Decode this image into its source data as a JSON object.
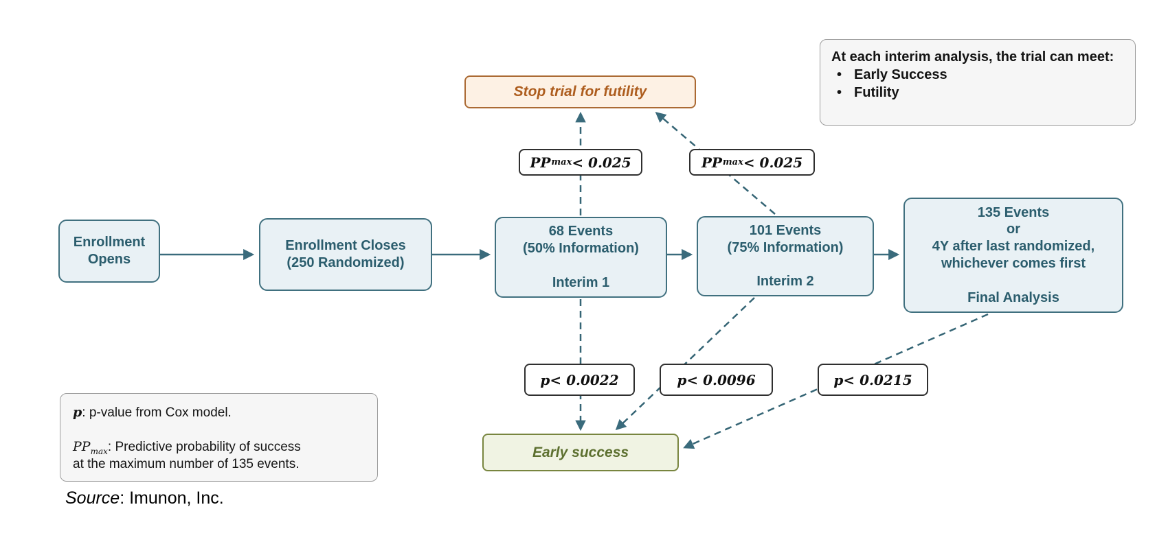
{
  "diagram": {
    "flow": [
      {
        "text": "Enrollment\nOpens"
      },
      {
        "text": "Enrollment Closes\n(250 Randomized)"
      },
      {
        "text": "68 Events\n(50% Information)\n\nInterim 1"
      },
      {
        "text": "101 Events\n(75% Information)\n\nInterim 2"
      },
      {
        "text": "135 Events\nor\n4Y after last randomized,\nwhichever comes first\n\nFinal Analysis"
      }
    ],
    "outcomes": {
      "futility": "Stop trial for futility",
      "early_success": "Early success"
    },
    "thresholds": {
      "futility_interim1": {
        "prefix": "PP",
        "sub": "max",
        "rest": " < 0.025"
      },
      "futility_interim2": {
        "prefix": "PP",
        "sub": "max",
        "rest": " < 0.025"
      },
      "success_interim1": {
        "prefix": "p",
        "rest": " < 0.0022"
      },
      "success_interim2": {
        "prefix": "p",
        "rest": " < 0.0096"
      },
      "success_final": {
        "prefix": "p",
        "rest": " < 0.0215"
      }
    },
    "note": {
      "intro": "At each interim analysis, the trial can meet:",
      "bullets": [
        "Early Success",
        "Futility"
      ]
    },
    "legend": {
      "p_symbol": "p",
      "p_text": ": p-value from Cox model.",
      "pp_prefix": "PP",
      "pp_sub": "max",
      "pp_text": ": Predictive probability of success\nat the maximum number of 135 events."
    },
    "source": {
      "label": "Source",
      "text": ": Imunon, Inc."
    },
    "colors": {
      "flow_fill": "#e9f1f5",
      "flow_border": "#40707f",
      "flow_text": "#2b5d6d",
      "futility_fill": "#fdf1e4",
      "futility_border": "#ab6a33",
      "futility_text": "#ad5d1e",
      "success_fill": "#f0f3e3",
      "success_border": "#78853f",
      "success_text": "#5d7030",
      "connector": "#3a6b7c",
      "panel_fill": "#f6f6f6",
      "panel_border": "#9c9c9c"
    }
  }
}
